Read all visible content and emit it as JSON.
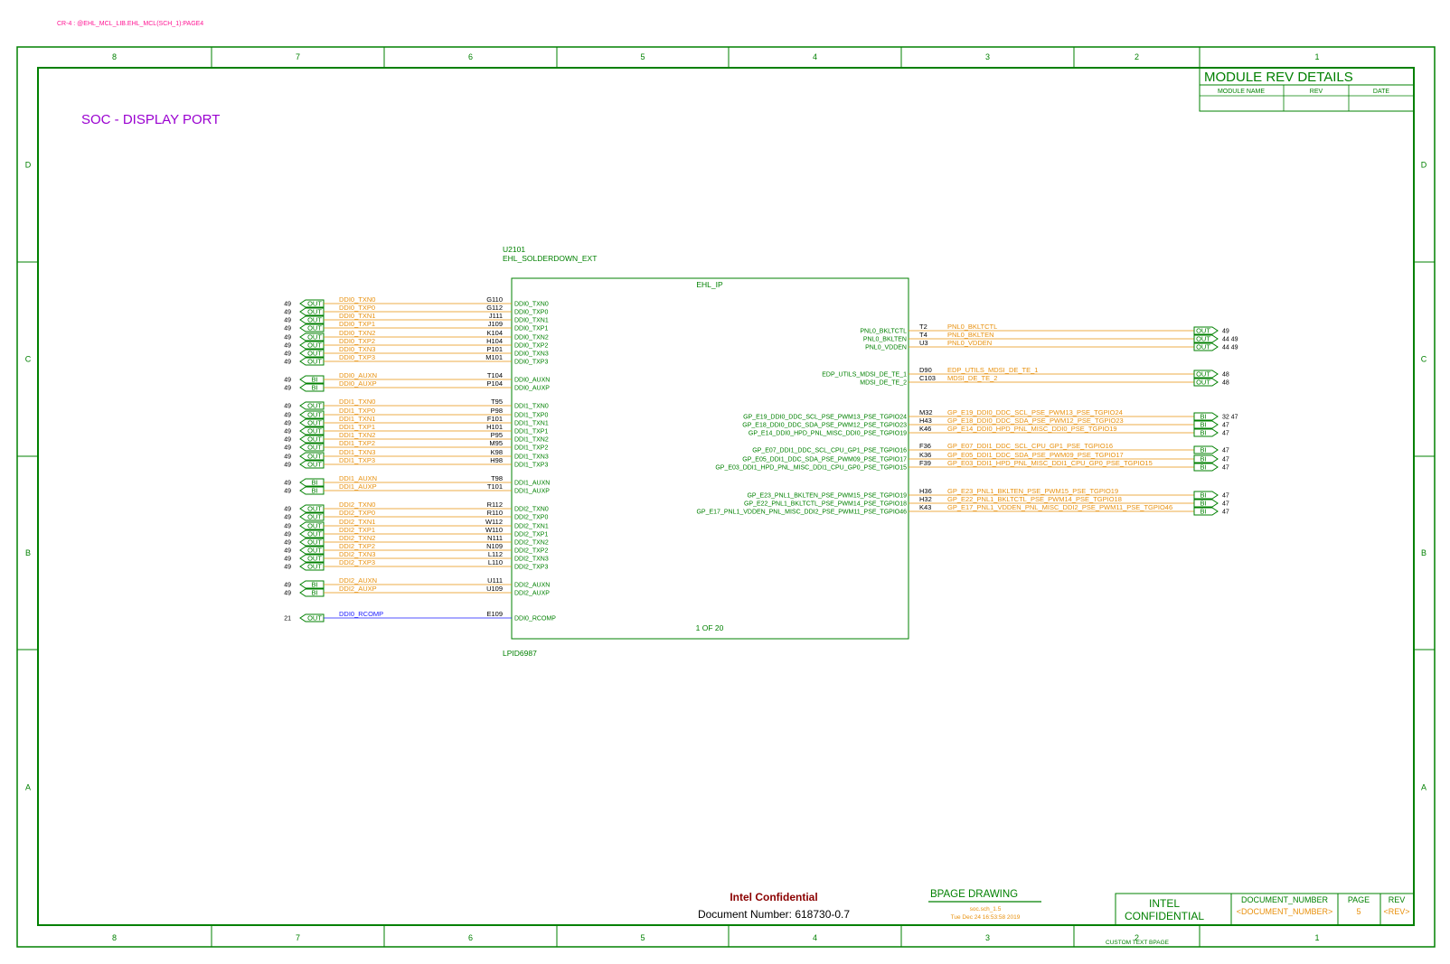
{
  "header_ref": "CR-4 : @EHL_MCL_LIB.EHL_MCL(SCH_1):PAGE4",
  "page_title": "SOC -  DISPLAY PORT",
  "zones": {
    "top": [
      "8",
      "7",
      "6",
      "5",
      "4",
      "3",
      "2",
      "1"
    ],
    "bottom": [
      "8",
      "7",
      "6",
      "5",
      "4",
      "3",
      "2",
      "1"
    ],
    "left": [
      "D",
      "C",
      "B",
      "A"
    ],
    "right": [
      "D",
      "C",
      "B",
      "A"
    ]
  },
  "module_rev": {
    "title": "MODULE REV DETAILS",
    "columns": [
      "MODULE NAME",
      "REV",
      "DATE"
    ]
  },
  "part": {
    "ref": "U2101",
    "name": "EHL_SOLDERDOWN_EXT",
    "block_title": "EHL_IP",
    "section": "1 OF 20",
    "lpid": "LPID6987"
  },
  "left_pins": [
    {
      "page": "49",
      "port": "OUT",
      "net": "DDI0_TXN0",
      "ball": "G110",
      "pin": "DDI0_TXN0"
    },
    {
      "page": "49",
      "port": "OUT",
      "net": "DDI0_TXP0",
      "ball": "G112",
      "pin": "DDI0_TXP0"
    },
    {
      "page": "49",
      "port": "OUT",
      "net": "DDI0_TXN1",
      "ball": "J111",
      "pin": "DDI0_TXN1"
    },
    {
      "page": "49",
      "port": "OUT",
      "net": "DDI0_TXP1",
      "ball": "J109",
      "pin": "DDI0_TXP1"
    },
    {
      "page": "49",
      "port": "OUT",
      "net": "DDI0_TXN2",
      "ball": "K104",
      "pin": "DDI0_TXN2"
    },
    {
      "page": "49",
      "port": "OUT",
      "net": "DDI0_TXP2",
      "ball": "H104",
      "pin": "DDI0_TXP2"
    },
    {
      "page": "49",
      "port": "OUT",
      "net": "DDI0_TXN3",
      "ball": "P101",
      "pin": "DDI0_TXN3"
    },
    {
      "page": "49",
      "port": "OUT",
      "net": "DDI0_TXP3",
      "ball": "M101",
      "pin": "DDI0_TXP3"
    },
    {
      "page": "49",
      "port": "BI",
      "net": "DDI0_AUXN",
      "ball": "T104",
      "pin": "DDI0_AUXN"
    },
    {
      "page": "49",
      "port": "BI",
      "net": "DDI0_AUXP",
      "ball": "P104",
      "pin": "DDI0_AUXP"
    },
    {
      "page": "49",
      "port": "OUT",
      "net": "DDI1_TXN0",
      "ball": "T95",
      "pin": "DDI1_TXN0"
    },
    {
      "page": "49",
      "port": "OUT",
      "net": "DDI1_TXP0",
      "ball": "P98",
      "pin": "DDI1_TXP0"
    },
    {
      "page": "49",
      "port": "OUT",
      "net": "DDI1_TXN1",
      "ball": "F101",
      "pin": "DDI1_TXN1"
    },
    {
      "page": "49",
      "port": "OUT",
      "net": "DDI1_TXP1",
      "ball": "H101",
      "pin": "DDI1_TXP1"
    },
    {
      "page": "49",
      "port": "OUT",
      "net": "DDI1_TXN2",
      "ball": "P95",
      "pin": "DDI1_TXN2"
    },
    {
      "page": "49",
      "port": "OUT",
      "net": "DDI1_TXP2",
      "ball": "M95",
      "pin": "DDI1_TXP2"
    },
    {
      "page": "49",
      "port": "OUT",
      "net": "DDI1_TXN3",
      "ball": "K98",
      "pin": "DDI1_TXN3"
    },
    {
      "page": "49",
      "port": "OUT",
      "net": "DDI1_TXP3",
      "ball": "H98",
      "pin": "DDI1_TXP3"
    },
    {
      "page": "49",
      "port": "BI",
      "net": "DDI1_AUXN",
      "ball": "T98",
      "pin": "DDI1_AUXN"
    },
    {
      "page": "49",
      "port": "BI",
      "net": "DDI1_AUXP",
      "ball": "T101",
      "pin": "DDI1_AUXP"
    },
    {
      "page": "49",
      "port": "OUT",
      "net": "DDI2_TXN0",
      "ball": "R112",
      "pin": "DDI2_TXN0"
    },
    {
      "page": "49",
      "port": "OUT",
      "net": "DDI2_TXP0",
      "ball": "R110",
      "pin": "DDI2_TXP0"
    },
    {
      "page": "49",
      "port": "OUT",
      "net": "DDI2_TXN1",
      "ball": "W112",
      "pin": "DDI2_TXN1"
    },
    {
      "page": "49",
      "port": "OUT",
      "net": "DDI2_TXP1",
      "ball": "W110",
      "pin": "DDI2_TXP1"
    },
    {
      "page": "49",
      "port": "OUT",
      "net": "DDI2_TXN2",
      "ball": "N111",
      "pin": "DDI2_TXN2"
    },
    {
      "page": "49",
      "port": "OUT",
      "net": "DDI2_TXP2",
      "ball": "N109",
      "pin": "DDI2_TXP2"
    },
    {
      "page": "49",
      "port": "OUT",
      "net": "DDI2_TXN3",
      "ball": "L112",
      "pin": "DDI2_TXN3"
    },
    {
      "page": "49",
      "port": "OUT",
      "net": "DDI2_TXP3",
      "ball": "L110",
      "pin": "DDI2_TXP3"
    },
    {
      "page": "49",
      "port": "BI",
      "net": "DDI2_AUXN",
      "ball": "U111",
      "pin": "DDI2_AUXN"
    },
    {
      "page": "49",
      "port": "BI",
      "net": "DDI2_AUXP",
      "ball": "U109",
      "pin": "DDI2_AUXP"
    },
    {
      "page": "21",
      "port": "OUT",
      "net": "DDI0_RCOMP",
      "ball": "E109",
      "pin": "DDI0_RCOMP"
    }
  ],
  "right_pins": [
    {
      "pin": "PNL0_BKLTCTL",
      "ball": "T2",
      "net": "PNL0_BKLTCTL",
      "port": "OUT",
      "pages": "49"
    },
    {
      "pin": "PNL0_BKLTEN",
      "ball": "T4",
      "net": "PNL0_BKLTEN",
      "port": "OUT",
      "pages": "44  49"
    },
    {
      "pin": "PNL0_VDDEN",
      "ball": "U3",
      "net": "PNL0_VDDEN",
      "port": "OUT",
      "pages": "44  49"
    },
    {
      "pin": "EDP_UTILS_MDSI_DE_TE_1",
      "ball": "D90",
      "net": "EDP_UTILS_MDSI_DE_TE_1",
      "port": "OUT",
      "pages": "48"
    },
    {
      "pin": "MDSI_DE_TE_2",
      "ball": "C103",
      "net": "MDSI_DE_TE_2",
      "port": "OUT",
      "pages": "48"
    },
    {
      "pin": "GP_E19_DDI0_DDC_SCL_PSE_PWM13_PSE_TGPIO24",
      "ball": "M32",
      "net": "GP_E19_DDI0_DDC_SCL_PSE_PWM13_PSE_TGPIO24",
      "port": "BI",
      "pages": "32  47"
    },
    {
      "pin": "GP_E18_DDI0_DDC_SDA_PSE_PWM12_PSE_TGPIO23",
      "ball": "H43",
      "net": "GP_E18_DDI0_DDC_SDA_PSE_PWM12_PSE_TGPIO23",
      "port": "BI",
      "pages": "47"
    },
    {
      "pin": "GP_E14_DDI0_HPD_PNL_MISC_DDI0_PSE_TGPIO19",
      "ball": "K46",
      "net": "GP_E14_DDI0_HPD_PNL_MISC_DDI0_PSE_TGPIO19",
      "port": "BI",
      "pages": "47"
    },
    {
      "pin": "GP_E07_DDI1_DDC_SCL_CPU_GP1_PSE_TGPIO16",
      "ball": "F36",
      "net": "GP_E07_DDI1_DDC_SCL_CPU_GP1_PSE_TGPIO16",
      "port": "BI",
      "pages": "47"
    },
    {
      "pin": "GP_E05_DDI1_DDC_SDA_PSE_PWM09_PSE_TGPIO17",
      "ball": "K36",
      "net": "GP_E05_DDI1_DDC_SDA_PSE_PWM09_PSE_TGPIO17",
      "port": "BI",
      "pages": "47"
    },
    {
      "pin": "GP_E03_DDI1_HPD_PNL_MISC_DDI1_CPU_GP0_PSE_TGPIO15",
      "ball": "F39",
      "net": "GP_E03_DDI1_HPD_PNL_MISC_DDI1_CPU_GP0_PSE_TGPIO15",
      "port": "BI",
      "pages": "47"
    },
    {
      "pin": "GP_E23_PNL1_BKLTEN_PSE_PWM15_PSE_TGPIO19",
      "ball": "H36",
      "net": "GP_E23_PNL1_BKLTEN_PSE_PWM15_PSE_TGPIO19",
      "port": "BI",
      "pages": "47"
    },
    {
      "pin": "GP_E22_PNL1_BKLTCTL_PSE_PWM14_PSE_TGPIO18",
      "ball": "H32",
      "net": "GP_E22_PNL1_BKLTCTL_PSE_PWM14_PSE_TGPIO18",
      "port": "BI",
      "pages": "47"
    },
    {
      "pin": "GP_E17_PNL1_VDDEN_PNL_MISC_DDI2_PSE_PWM11_PSE_TGPIO46",
      "ball": "K43",
      "net": "GP_E17_PNL1_VDDEN_PNL_MISC_DDI2_PSE_PWM11_PSE_TGPIO46",
      "port": "BI",
      "pages": "47"
    }
  ],
  "footer": {
    "confidential": "Intel Confidential",
    "doc_number_text": "Document Number: 618730-0.7",
    "bpage_title": "BPAGE DRAWING",
    "sch_file": "soc.sch_1.5",
    "timestamp": "Tue Dec 24 16:53:58 2019",
    "intel_line1": "INTEL",
    "intel_line2": "CONFIDENTIAL",
    "doc_num_label": "DOCUMENT_NUMBER",
    "doc_num_value": "<DOCUMENT_NUMBER>",
    "page_label": "PAGE",
    "page_value": "5",
    "rev_label": "REV",
    "rev_value": "<REV>",
    "custom_text": "CUSTOM TEXT BPAGE"
  },
  "colors": {
    "frame": "#008000",
    "net": "#e8900c",
    "rcomp_net": "#1a1aff",
    "title": "#9a00d0",
    "header": "#ff1493",
    "confidential": "#8b0000"
  }
}
